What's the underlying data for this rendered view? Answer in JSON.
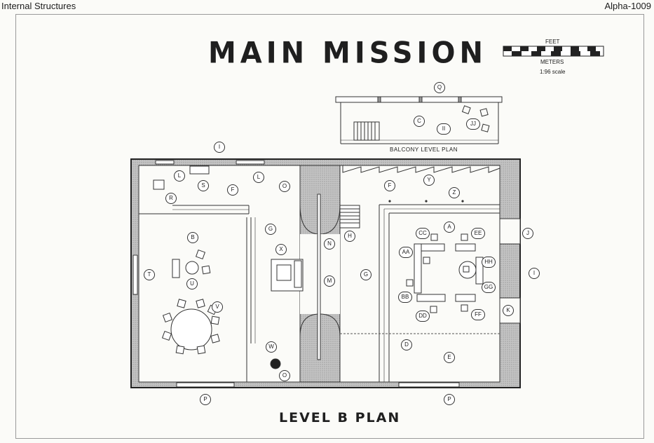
{
  "header": {
    "left": "Internal Structures",
    "right": "Alpha-1009"
  },
  "title": "MAIN MISSION",
  "subtitle": "LEVEL B PLAN",
  "scale": {
    "feet": "FEET",
    "meters": "METERS",
    "ratio": "1:96 scale"
  },
  "balcony_caption": "BALCONY LEVEL PLAN",
  "labels": {
    "Q": "Q",
    "C": "C",
    "II": "II",
    "JJ": "JJ",
    "I": "I",
    "L": "L",
    "S": "S",
    "F": "F",
    "O": "O",
    "R": "R",
    "G": "G",
    "B": "B",
    "X": "X",
    "T": "T",
    "U": "U",
    "V": "V",
    "N": "N",
    "M": "M",
    "W": "W",
    "P": "P",
    "Y": "Y",
    "Z": "Z",
    "H": "H",
    "A": "A",
    "CC": "CC",
    "EE": "EE",
    "AA": "AA",
    "HH": "HH",
    "GG": "GG",
    "BB": "BB",
    "DD": "DD",
    "FF": "FF",
    "J": "J",
    "K": "K",
    "D": "D",
    "E": "E"
  },
  "colors": {
    "wall": "#202020",
    "hatch": "#bdbdbd",
    "line": "#333333",
    "paper": "#fbfbf8"
  }
}
